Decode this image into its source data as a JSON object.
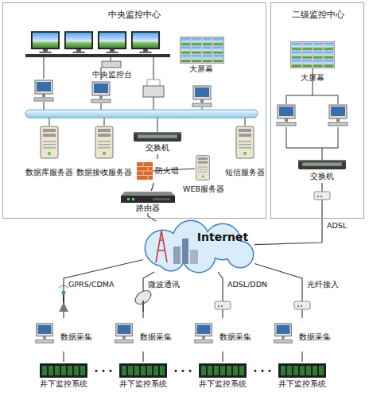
{
  "diagram": {
    "nodes": [
      {
        "text": [
          "中央监控中心"
        ]
      },
      {
        "text": [
          "中央监控台"
        ],
        "in": 0
      },
      {
        "text": [
          "大屏幕"
        ],
        "in": 0
      },
      {
        "text": [
          "数据库服务器"
        ],
        "in": 0
      },
      {
        "text": [
          "数据接收服务器"
        ],
        "in": 0
      },
      {
        "text": [
          "交换机"
        ],
        "in": 0
      },
      {
        "text": [
          "防火墙"
        ],
        "in": 0
      },
      {
        "text": [
          "WEB服务器"
        ],
        "in": 0
      },
      {
        "text": [
          "短信服务器"
        ],
        "in": 0
      },
      {
        "text": [
          "路由器"
        ],
        "in": 0
      },
      {
        "text": [
          "二级监控中心"
        ]
      },
      {
        "text": [
          "大屏幕"
        ],
        "in": 10
      },
      {
        "text": [
          "交换机"
        ],
        "in": 10
      },
      {
        "text": [
          "Internet"
        ]
      },
      {
        "text": [
          "数据采集"
        ]
      },
      {
        "text": [
          "数据采集"
        ]
      },
      {
        "text": [
          "数据采集"
        ]
      },
      {
        "text": [
          "数据采集"
        ]
      },
      {
        "text": [
          "井下监控系统"
        ]
      },
      {
        "text": [
          "井下监控系统"
        ]
      },
      {
        "text": [
          "井下监控系统"
        ]
      },
      {
        "text": [
          "井下监控系统"
        ]
      }
    ],
    "edges": [
      {
        "from": 5,
        "to": 6,
        "arrow": "none"
      },
      {
        "from": 6,
        "to": 9,
        "arrow": "none"
      },
      {
        "from": 9,
        "to": 13,
        "arrow": "none"
      },
      {
        "from": 12,
        "to": 13,
        "label": "ADSL",
        "arrow": "none"
      },
      {
        "from": 13,
        "to": 14,
        "label": "GPRS/CDMA",
        "arrow": "none"
      },
      {
        "from": 13,
        "to": 15,
        "label": "微波通讯",
        "arrow": "none"
      },
      {
        "from": 13,
        "to": 16,
        "label": "ADSL/DDN",
        "arrow": "none"
      },
      {
        "from": 13,
        "to": 17,
        "label": "光纤接入",
        "arrow": "none"
      },
      {
        "from": 14,
        "to": 18,
        "arrow": "none"
      },
      {
        "from": 15,
        "to": 19,
        "arrow": "none"
      },
      {
        "from": 16,
        "to": 20,
        "arrow": "none"
      },
      {
        "from": 17,
        "to": 21,
        "arrow": "none"
      }
    ],
    "labels": [
      "• • •",
      "• • •",
      "• • •"
    ]
  }
}
